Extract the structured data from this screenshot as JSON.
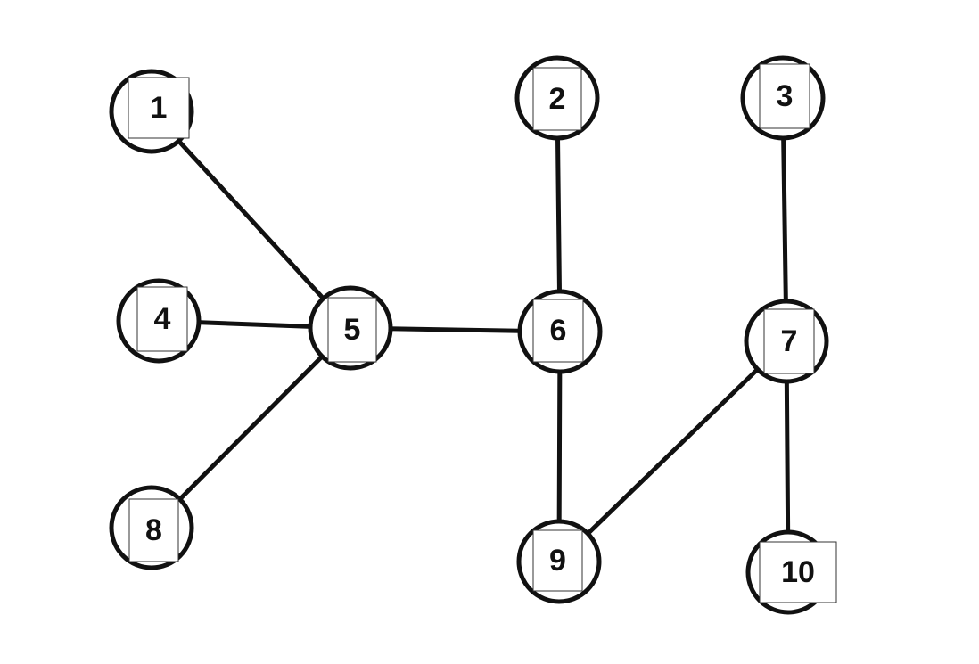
{
  "graph": {
    "nodes": [
      {
        "id": "1",
        "label": "1"
      },
      {
        "id": "2",
        "label": "2"
      },
      {
        "id": "3",
        "label": "3"
      },
      {
        "id": "4",
        "label": "4"
      },
      {
        "id": "5",
        "label": "5"
      },
      {
        "id": "6",
        "label": "6"
      },
      {
        "id": "7",
        "label": "7"
      },
      {
        "id": "8",
        "label": "8"
      },
      {
        "id": "9",
        "label": "9"
      },
      {
        "id": "10",
        "label": "10"
      }
    ],
    "edges": [
      [
        "1",
        "5"
      ],
      [
        "4",
        "5"
      ],
      [
        "8",
        "5"
      ],
      [
        "5",
        "6"
      ],
      [
        "2",
        "6"
      ],
      [
        "6",
        "9"
      ],
      [
        "9",
        "7"
      ],
      [
        "3",
        "7"
      ],
      [
        "7",
        "10"
      ]
    ],
    "colors": {
      "stroke": "#111111",
      "fill": "#ffffff"
    }
  }
}
